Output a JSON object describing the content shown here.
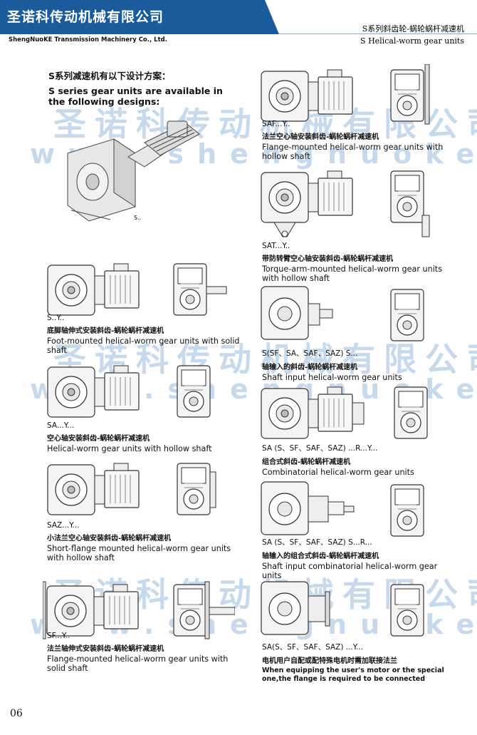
{
  "header": {
    "company_zh": "圣诺科传动机械有限公司",
    "company_en": "ShengNuoKE Transmission Machinery Co., Ltd.",
    "series_zh": "S系列斜齿轮-蜗轮蜗杆减速机",
    "series_en": "S Helical-worm gear units"
  },
  "watermark": {
    "zh": "圣诺科传动机械有限公司",
    "en": "www.shengnuoke.com"
  },
  "intro": {
    "zh": "S系列减速机有以下设计方案：",
    "en": "S series gear units are available in the following designs:",
    "fig_label": "S.."
  },
  "designs": [
    {
      "code": "S..Y..",
      "zh": "底脚轴伸式安装斜齿-蜗轮蜗杆减速机",
      "en": "Foot-mounted helical-worm gear units with solid shaft"
    },
    {
      "code": "SA...Y...",
      "zh": "空心轴安装斜齿-蜗轮蜗杆减速机",
      "en": "Helical-worm gear units with hollow shaft"
    },
    {
      "code": "SAZ...Y...",
      "zh": "小法兰空心轴安装斜齿-蜗轮蜗杆减速机",
      "en": "Short-flange mounted helical-worm gear units with hollow shaft"
    },
    {
      "code": "SF...Y..",
      "zh": "法兰轴伸式安装斜齿-蜗轮蜗杆减速机",
      "en": "Flange-mounted helical-worm gear units with solid shaft"
    },
    {
      "code": "SAF...Y..",
      "zh": "法兰空心轴安装斜齿-蜗轮蜗杆减速机",
      "en": "Flange-mounted helical-worm gear units with hollow shaft"
    },
    {
      "code": "SAT...Y..",
      "zh": "带防转臂空心轴安装斜齿-蜗轮蜗杆减速机",
      "en": "Torque-arm-mounted helical-worm gear units with hollow shaft"
    },
    {
      "code": "S(SF、SA、SAF、SAZ) S...",
      "zh": "轴输入的斜齿-蜗轮蜗杆减速机",
      "en": "Shaft input helical-worm gear units"
    },
    {
      "code": "SA (S、SF、SAF、SAZ) ...R...Y...",
      "zh": "组合式斜齿-蜗轮蜗杆减速机",
      "en": "Combinatorial helical-worm gear units"
    },
    {
      "code": "SA (S、SF、SAF、SAZ) S...R...",
      "zh": "轴输入的组合式斜齿-蜗轮蜗杆减速机",
      "en": "Shaft input combinatorial helical-worm gear units"
    },
    {
      "code": "SA(S、SF、SAF、SAZ) ...Y...",
      "zh": "电机用户自配或配特殊电机时需加联接法兰",
      "en": "When equipping the user's motor or the special one,the flange is required to be connected"
    }
  ],
  "page_number": "06"
}
